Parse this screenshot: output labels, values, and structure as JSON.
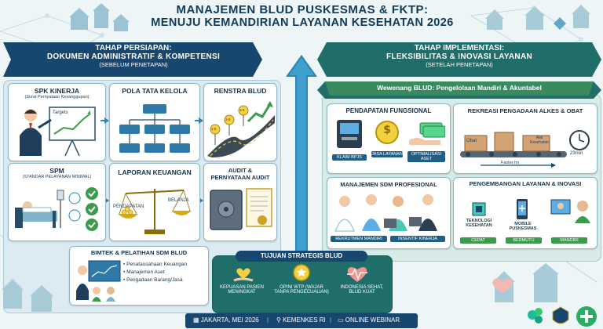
{
  "title": {
    "line1": "MANAJEMEN BLUD PUSKESMAS & FKTP:",
    "line2": "MENUJU KEMANDIRIAN LAYANAN KESEHATAN 2026"
  },
  "left_banner": {
    "l1": "TAHAP PERSIAPAN:",
    "l2": "DOKUMEN ADMINISTRATIF & KOMPETENSI",
    "l3": "(SEBELUM PENETAPAN)"
  },
  "right_banner": {
    "l1": "TAHAP IMPLEMENTASI:",
    "l2": "FLEKSIBILITAS & INOVASI LAYANAN",
    "l3": "(SETELAH PENETAPAN)"
  },
  "spk": {
    "title": "SPK KINERJA",
    "subtitle": "(Surat Pernyataan Kesanggupan)",
    "board": "Targets"
  },
  "pola": {
    "title": "POLA TATA KELOLA"
  },
  "renstra": {
    "title": "RENSTRA BLUD",
    "signs": [
      "1-5",
      "1-5",
      "1-5"
    ]
  },
  "spm": {
    "title": "SPM",
    "subtitle": "(STANDAR PELAYANAN MINIMAL)"
  },
  "laporan": {
    "title": "LAPORAN KEUANGAN",
    "left": "PENDAPATAN",
    "right": "BELANJA"
  },
  "audit": {
    "title1": "AUDIT &",
    "title2": "PERNYATAAN AUDIT"
  },
  "bimtek": {
    "title": "BIMTEK & PELATIHAN SDM BLUD",
    "items": [
      "Penatausahaan Keuangan",
      "Manajemen Aset",
      "Pengadaan Barang/Jasa"
    ]
  },
  "wewenang": "Wewenang BLUD: Pengelolaan Mandiri & Akuntabel",
  "pendapatan": {
    "title": "PENDAPATAN FUNGSIONAL",
    "tags": [
      "KLAIM BPJS",
      "JASA LAYANAN",
      "OPTIMALISASI ASET"
    ],
    "coin": "$"
  },
  "rekreasi": {
    "title": "REKREASI PENGADAAN ALKES & OBAT",
    "box1": "Obat",
    "box2": "Alat Kesehatan",
    "time": "23min",
    "speed": "Faster hn"
  },
  "sdm": {
    "title": "MANAJEMEN SDM PROFESIONAL",
    "tags": [
      "REKRUTMEN MANDIRI",
      "INSENTIF KINERJA"
    ]
  },
  "pengembangan": {
    "title": "PENGEMBANGAN LAYANAN & INOVASI",
    "items": [
      {
        "label": "TEKNOLOGI KESEHATAN",
        "tag": "CEPAT"
      },
      {
        "label": "MOBILE PUSKESMAS",
        "tag": "BERMUTU"
      },
      {
        "label": "",
        "tag": "MANDIRI"
      }
    ]
  },
  "tujuan": {
    "title": "TUJUAN STRATEGIS BLUD",
    "items": [
      "KEPUASAN PASIEN MENINGKAT",
      "OPINI WTP (WAJAR TANPA PENGECUALIAN)",
      "INDONESIA SEHAT, BLUD KUAT"
    ]
  },
  "footer": {
    "date": "JAKARTA, MEI 2026",
    "org": "KEMENKES RI",
    "mode": "ONLINE WEBINAR"
  },
  "colors": {
    "navy": "#17466e",
    "teal": "#1f6e6a",
    "arrow": "#2a86b8",
    "green": "#3b9a4b"
  }
}
